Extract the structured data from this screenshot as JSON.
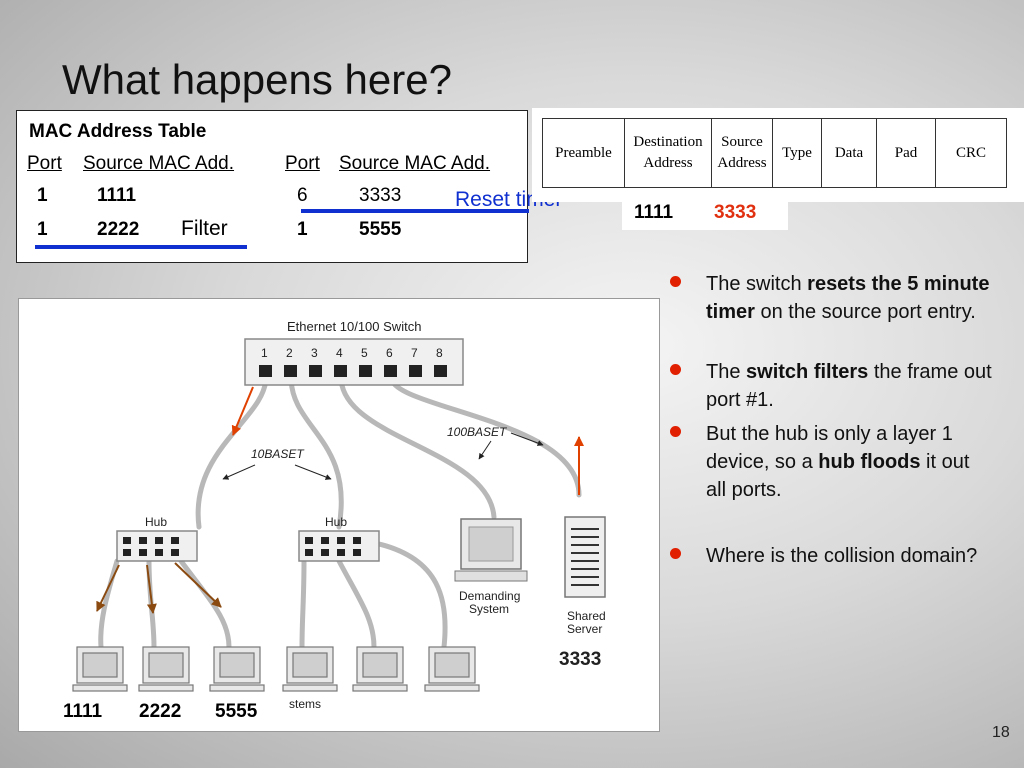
{
  "slide": {
    "title": "What happens here?",
    "page_number": "18"
  },
  "mac_table": {
    "title": "MAC Address Table",
    "headers": [
      "Port",
      "Source MAC Add.",
      "Port",
      "Source MAC Add."
    ],
    "rows": [
      [
        "1",
        "1111",
        "6",
        "3333"
      ],
      [
        "1",
        "2222",
        "1",
        "5555"
      ]
    ],
    "filter_label": "Filter",
    "reset_label": "Reset timer"
  },
  "frame": {
    "fields": [
      "Preamble",
      "Destination",
      "Address",
      "Source",
      "Address",
      "Type",
      "Data",
      "Pad",
      "CRC"
    ],
    "dest_value": "1111",
    "source_value": "3333"
  },
  "bullets": [
    {
      "pre": "The switch ",
      "bold": "resets the 5 minute timer",
      "post": " on the source port entry."
    },
    {
      "pre": "The ",
      "bold": "switch filters",
      "post": " the frame out port #1."
    },
    {
      "pre": "But the hub is only a layer 1 device, so a ",
      "bold": "hub floods",
      "post": " it out all ports."
    },
    {
      "pre": "Where is the collision domain?",
      "bold": "",
      "post": ""
    }
  ],
  "diagram": {
    "switch_label": "Ethernet 10/100 Switch",
    "ports": [
      "1",
      "2",
      "3",
      "4",
      "5",
      "6",
      "7",
      "8"
    ],
    "label_10baset": "10BASET",
    "label_100baset": "100BASET",
    "hub_label": "Hub",
    "demanding_label": [
      "Demanding",
      "System"
    ],
    "server_label": [
      "Shared",
      "Server"
    ],
    "systems_label": "stems",
    "server_mac": "3333",
    "pc_macs": [
      "1111",
      "2222",
      "5555"
    ],
    "colors": {
      "arrow_red": "#e04000",
      "arrow_brown": "#8a4a10",
      "cable": "#b8b8b8"
    }
  }
}
